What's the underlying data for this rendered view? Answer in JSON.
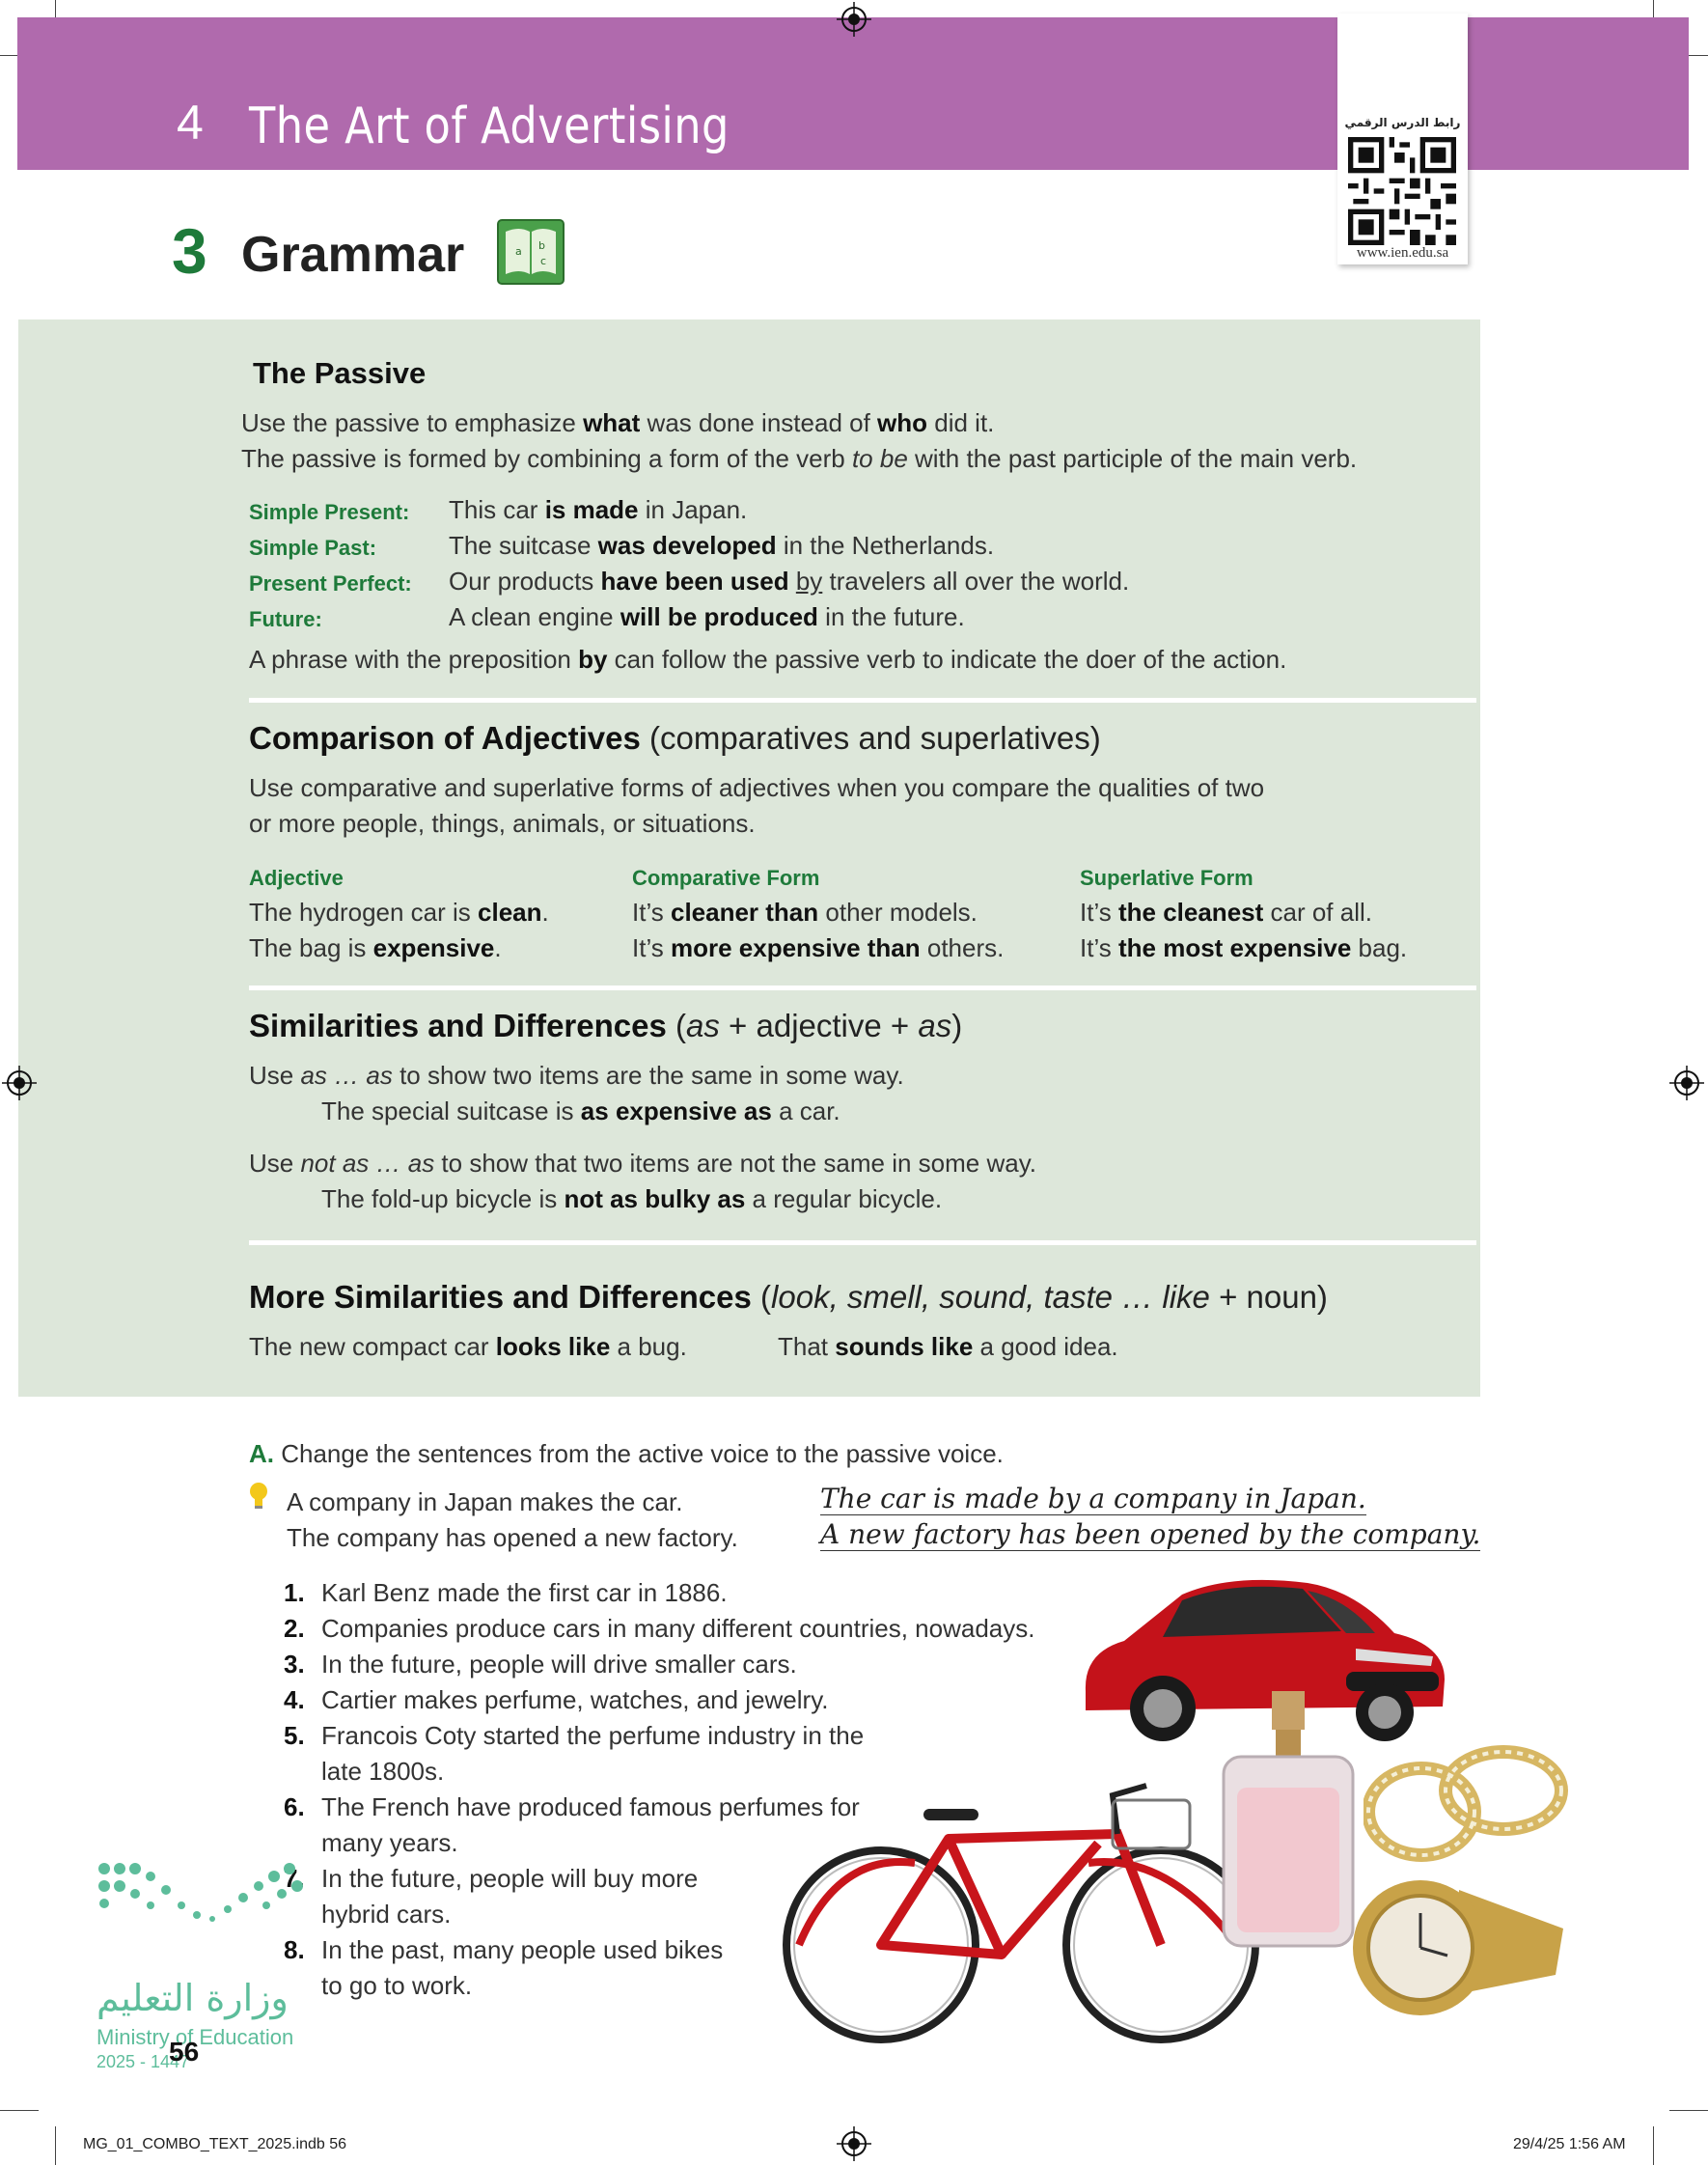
{
  "header": {
    "unit_number": "4",
    "unit_title": "The Art of Advertising",
    "qr_label": "رابط الدرس الرقمي",
    "qr_url": "www.ien.edu.sa"
  },
  "section": {
    "number": "3",
    "title": "Grammar"
  },
  "passive": {
    "heading": "The Passive",
    "line1": [
      " Use the passive to emphasize ",
      "what",
      " was done instead of ",
      "who",
      " did it."
    ],
    "line2": [
      " The passive is formed by combining a form of the verb ",
      "to be",
      " with the past participle of the main verb."
    ],
    "rows": [
      {
        "label": "Simple Present:",
        "pre": "This car ",
        "bold": "is made",
        "post": " in Japan."
      },
      {
        "label": "Simple Past:",
        "pre": "The suitcase ",
        "bold": "was developed",
        "post": " in the Netherlands."
      },
      {
        "label": "Present Perfect:",
        "pre": "Our products ",
        "bold": "have been used",
        "underline": "by",
        "post": " travelers all over the world."
      },
      {
        "label": "Future:",
        "pre": "A clean engine ",
        "bold": "will be produced",
        "post": " in the future."
      }
    ],
    "note": [
      "A phrase with the preposition ",
      "by",
      " can follow the passive verb to indicate the doer of the action."
    ]
  },
  "comparison": {
    "heading_bold": "Comparison of Adjectives",
    "heading_rest": " (comparatives and superlatives)",
    "desc1": "Use comparative and superlative forms of adjectives when you compare the qualities of two",
    "desc2": "or more people, things, animals, or situations.",
    "col_adjective": "Adjective",
    "col_comparative": "Comparative Form",
    "col_superlative": "Superlative Form",
    "adj1": [
      "The hydrogen car is ",
      "clean",
      "."
    ],
    "adj2": [
      "The bag is ",
      "expensive",
      "."
    ],
    "comp1": [
      "It’s ",
      "cleaner than",
      " other models."
    ],
    "comp2": [
      "It’s ",
      "more expensive than",
      " others."
    ],
    "sup1": [
      "It’s ",
      "the cleanest",
      " car of all."
    ],
    "sup2": [
      "It’s ",
      "the most expensive",
      " bag."
    ]
  },
  "similarities": {
    "heading_bold": "Similarities and Differences",
    "heading_rest": [
      " (",
      "as",
      " + adjective + ",
      "as",
      ")"
    ],
    "use1": [
      "Use ",
      "as … as",
      " to show two items are the same in some way."
    ],
    "ex1": [
      "The special suitcase is ",
      "as expensive as",
      " a car."
    ],
    "use2": [
      "Use ",
      "not as … as",
      " to show that two items are not the same in some way."
    ],
    "ex2": [
      "The fold-up bicycle is ",
      "not as bulky as",
      " a regular bicycle."
    ]
  },
  "more_similarities": {
    "heading_bold": "More Similarities and Differences",
    "heading_rest": [
      " (",
      "look, smell, sound, taste … like",
      " + noun)"
    ],
    "ex1": [
      "The new compact car ",
      "looks like",
      " a bug."
    ],
    "ex2": [
      "That ",
      "sounds like",
      " a good idea."
    ]
  },
  "exercise": {
    "letter": "A.",
    "instruction": "Change the sentences from the active voice to the passive voice.",
    "example_active_1": "A company in Japan makes the car.",
    "example_active_2": "The company has opened a new factory.",
    "example_passive_1": "The car is made by a company in Japan.",
    "example_passive_2": "A new factory has been opened by the company.",
    "items": [
      {
        "num": "1.",
        "lines": [
          "Karl Benz made the first car in 1886."
        ]
      },
      {
        "num": "2.",
        "lines": [
          "Companies produce cars in many different countries, nowadays."
        ]
      },
      {
        "num": "3.",
        "lines": [
          "In the future, people will drive smaller cars."
        ]
      },
      {
        "num": "4.",
        "lines": [
          "Cartier makes perfume, watches, and jewelry."
        ]
      },
      {
        "num": "5.",
        "lines": [
          "Francois Coty started the perfume industry in the",
          "late 1800s."
        ]
      },
      {
        "num": "6.",
        "lines": [
          "The French have produced famous perfumes for",
          "many years."
        ]
      },
      {
        "num": "7.",
        "lines": [
          "In the future, people will buy more",
          "hybrid cars."
        ]
      },
      {
        "num": "8.",
        "lines": [
          "In the past, many people used bikes",
          "to go to work."
        ]
      }
    ]
  },
  "logo": {
    "arabic": "وزارة التعليم",
    "english": "Ministry of Education",
    "year": "2025 - 1447"
  },
  "page_number": "56",
  "footer": {
    "file": "MG_01_COMBO_TEXT_2025.indb   56",
    "date": "29/4/25   1:56 AM"
  },
  "colors": {
    "header": "#b06aad",
    "panel": "#dde7da",
    "accent_green": "#1e7a3a"
  }
}
